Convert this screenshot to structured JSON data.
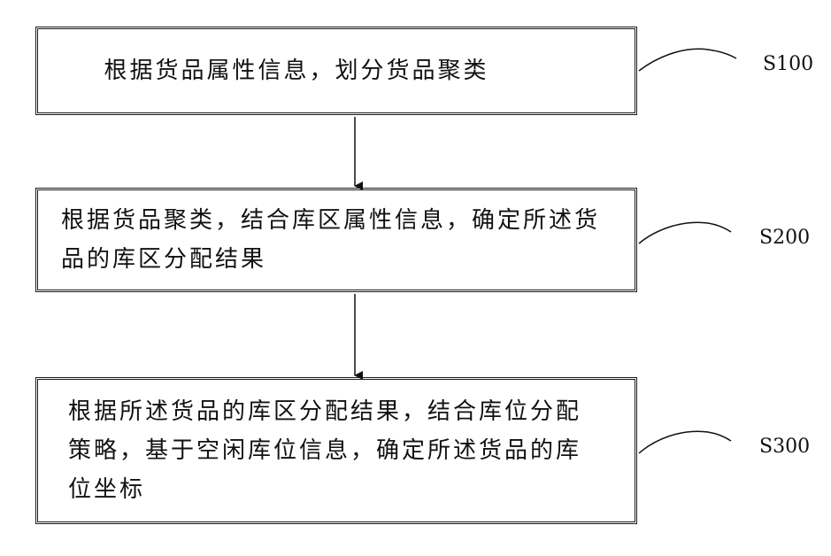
{
  "steps": [
    {
      "id": "S100",
      "text": "根据货品属性信息，划分货品聚类"
    },
    {
      "id": "S200",
      "text": "根据货品聚类，结合库区属性信息，确定所述货品的库区分配结果"
    },
    {
      "id": "S300",
      "text": "根据所述货品的库区分配结果，结合库位分配策略，基于空闲库位信息，确定所述货品的库位坐标"
    }
  ]
}
